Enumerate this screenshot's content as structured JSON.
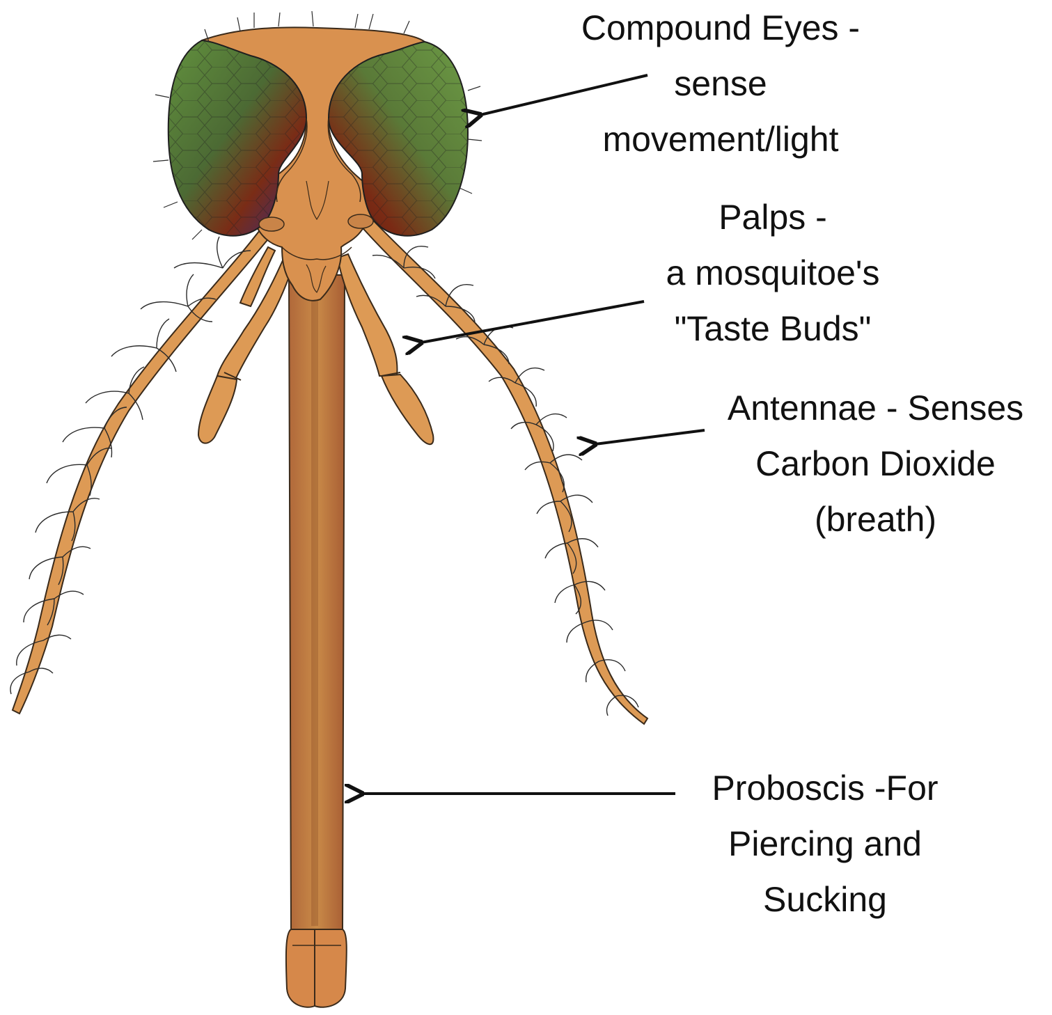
{
  "labels": {
    "compound_eyes": {
      "lines": [
        "Compound Eyes -",
        "sense",
        "movement/light"
      ]
    },
    "palps": {
      "lines": [
        "Palps -",
        "a mosquitoe's",
        "\"Taste Buds\""
      ]
    },
    "antennae": {
      "lines": [
        "Antennae - Senses",
        "Carbon Dioxide",
        "(breath)"
      ]
    },
    "proboscis": {
      "lines": [
        "Proboscis -For",
        "Piercing and",
        "Sucking"
      ]
    }
  },
  "colors": {
    "head": "#d9914f",
    "body_outline": "#3a2a1a",
    "eye_green": "#5e8a3c",
    "eye_red": "#7a2a14",
    "eye_blue": "#2e2a7a",
    "proboscis": "#b8703c",
    "antenna": "#dd9a55",
    "arrow": "#111111"
  }
}
